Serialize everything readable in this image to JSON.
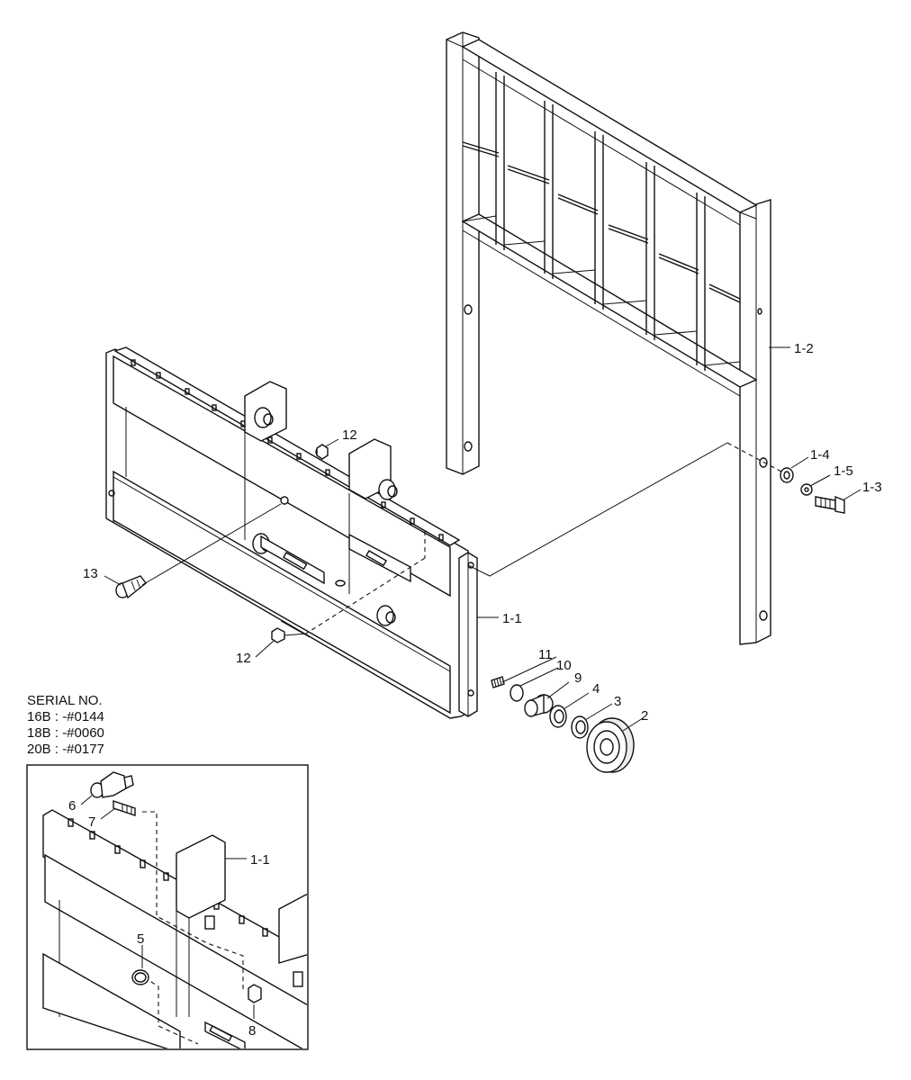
{
  "serial": {
    "heading": "SERIAL NO.",
    "lines": [
      "16B : -#0144",
      "18B : -#0060",
      "20B : -#0177"
    ]
  },
  "callouts": {
    "c1_2": "1-2",
    "c1_4": "1-4",
    "c1_5": "1-5",
    "c1_3": "1-3",
    "c12a": "12",
    "c12b": "12",
    "c13": "13",
    "c1_1": "1-1",
    "c11": "11",
    "c10": "10",
    "c9": "9",
    "c4": "4",
    "c3": "3",
    "c2": "2",
    "inset_6": "6",
    "inset_7": "7",
    "inset_1_1": "1-1",
    "inset_5": "5",
    "inset_8": "8"
  }
}
